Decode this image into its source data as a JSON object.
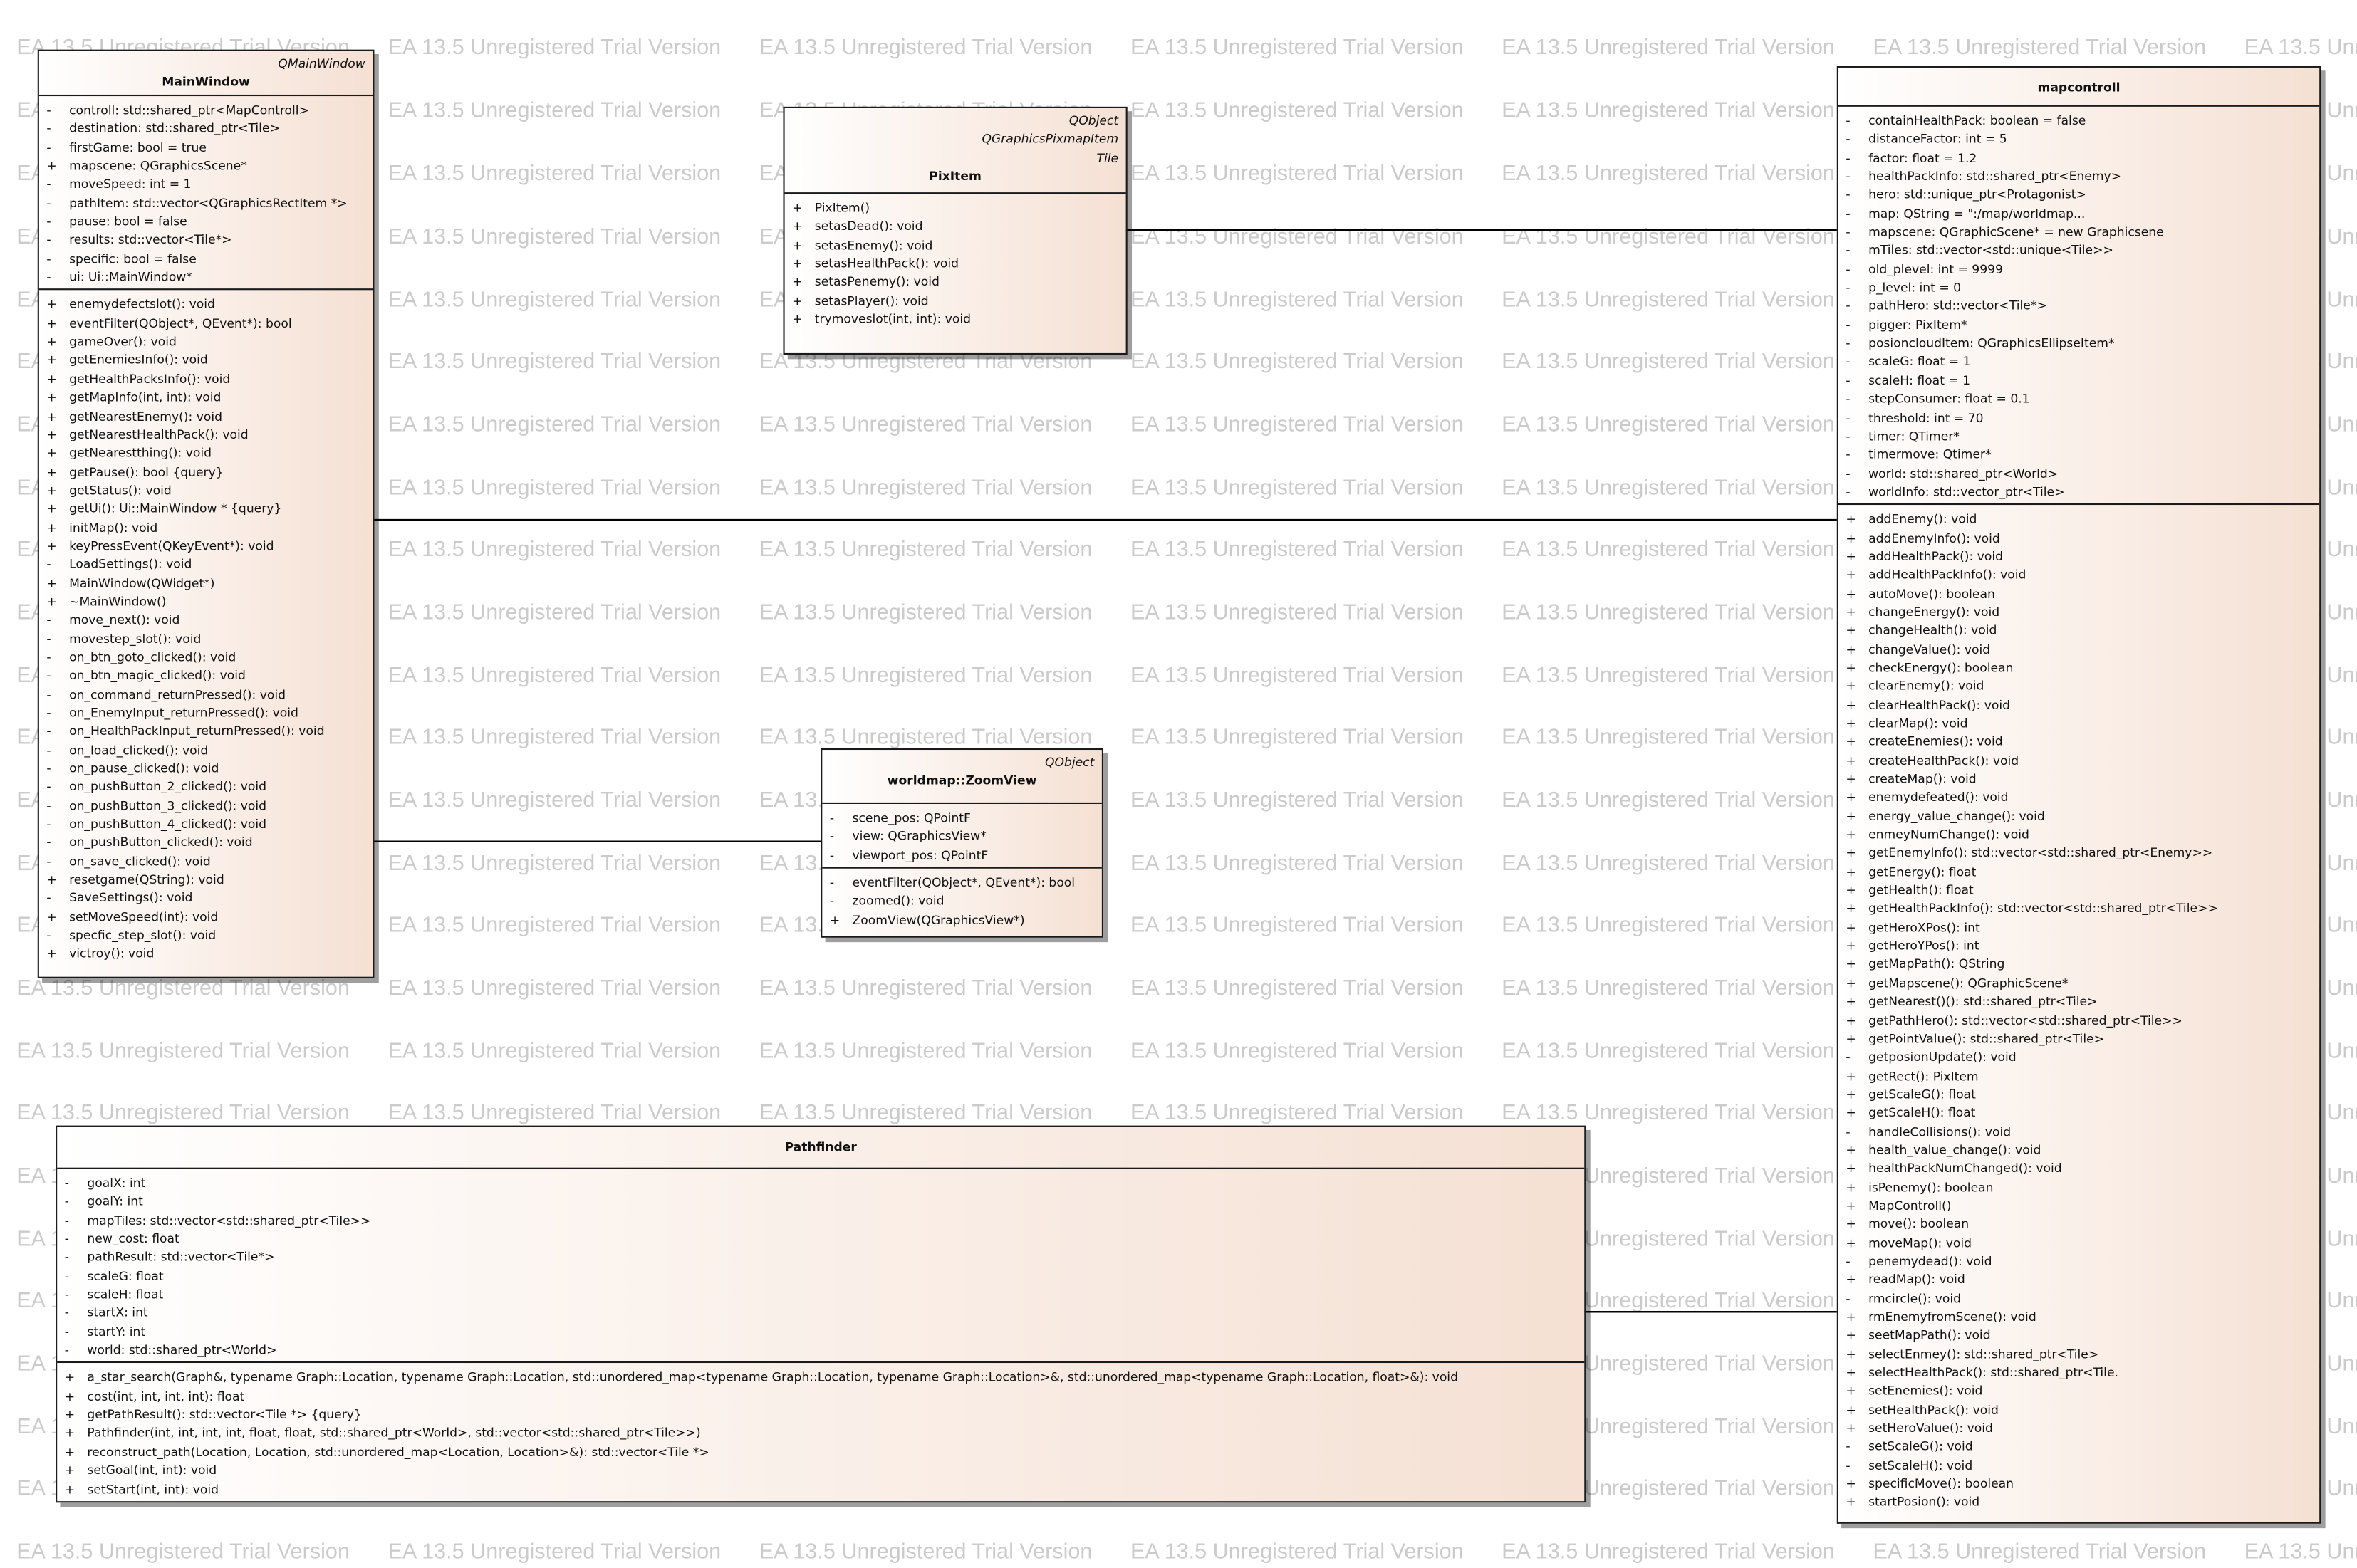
{
  "watermark": {
    "text": "EA 13.5 Unregistered Trial Version",
    "cols_ext": [
      11,
      258,
      505,
      752,
      999,
      1246,
      1493
    ],
    "rows_y": [
      24,
      66,
      108,
      150,
      192,
      233,
      275,
      317,
      358,
      400,
      442,
      483,
      525,
      567,
      608,
      650,
      692,
      733,
      775,
      817,
      858,
      900,
      942,
      983,
      1025
    ]
  },
  "classes": {
    "mainwindow": {
      "stereotype": [
        "QMainWindow"
      ],
      "name": "MainWindow",
      "attributes": [
        {
          "vis": "-",
          "text": "controll: std::shared_ptr<MapControll>"
        },
        {
          "vis": "-",
          "text": "destination: std::shared_ptr<Tile>"
        },
        {
          "vis": "-",
          "text": "firstGame: bool = true"
        },
        {
          "vis": "+",
          "text": "mapscene: QGraphicsScene*"
        },
        {
          "vis": "-",
          "text": "moveSpeed: int = 1"
        },
        {
          "vis": "-",
          "text": "pathItem: std::vector<QGraphicsRectItem *>"
        },
        {
          "vis": "-",
          "text": "pause: bool = false"
        },
        {
          "vis": "-",
          "text": "results: std::vector<Tile*>"
        },
        {
          "vis": "-",
          "text": "specific: bool = false"
        },
        {
          "vis": "-",
          "text": "ui: Ui::MainWindow*"
        }
      ],
      "operations": [
        {
          "vis": "+",
          "text": "enemydefectslot(): void"
        },
        {
          "vis": "+",
          "text": "eventFilter(QObject*, QEvent*): bool"
        },
        {
          "vis": "+",
          "text": "gameOver(): void"
        },
        {
          "vis": "+",
          "text": "getEnemiesInfo(): void"
        },
        {
          "vis": "+",
          "text": "getHealthPacksInfo(): void"
        },
        {
          "vis": "+",
          "text": "getMapInfo(int, int): void"
        },
        {
          "vis": "+",
          "text": "getNearestEnemy(): void"
        },
        {
          "vis": "+",
          "text": "getNearestHealthPack(): void"
        },
        {
          "vis": "+",
          "text": "getNearestthing(): void"
        },
        {
          "vis": "+",
          "text": "getPause(): bool {query}"
        },
        {
          "vis": "+",
          "text": "getStatus(): void"
        },
        {
          "vis": "+",
          "text": "getUi(): Ui::MainWindow * {query}"
        },
        {
          "vis": "+",
          "text": "initMap(): void"
        },
        {
          "vis": "+",
          "text": "keyPressEvent(QKeyEvent*): void"
        },
        {
          "vis": "-",
          "text": "LoadSettings(): void"
        },
        {
          "vis": "+",
          "text": "MainWindow(QWidget*)"
        },
        {
          "vis": "+",
          "text": "~MainWindow()"
        },
        {
          "vis": "-",
          "text": "move_next(): void"
        },
        {
          "vis": "-",
          "text": "movestep_slot(): void"
        },
        {
          "vis": "-",
          "text": "on_btn_goto_clicked(): void"
        },
        {
          "vis": "-",
          "text": "on_btn_magic_clicked(): void"
        },
        {
          "vis": "-",
          "text": "on_command_returnPressed(): void"
        },
        {
          "vis": "-",
          "text": "on_EnemyInput_returnPressed(): void"
        },
        {
          "vis": "-",
          "text": "on_HealthPackInput_returnPressed(): void"
        },
        {
          "vis": "-",
          "text": "on_load_clicked(): void"
        },
        {
          "vis": "-",
          "text": "on_pause_clicked(): void"
        },
        {
          "vis": "-",
          "text": "on_pushButton_2_clicked(): void"
        },
        {
          "vis": "-",
          "text": "on_pushButton_3_clicked(): void"
        },
        {
          "vis": "-",
          "text": "on_pushButton_4_clicked(): void"
        },
        {
          "vis": "-",
          "text": "on_pushButton_clicked(): void"
        },
        {
          "vis": "-",
          "text": "on_save_clicked(): void"
        },
        {
          "vis": "+",
          "text": "resetgame(QString): void"
        },
        {
          "vis": "-",
          "text": "SaveSettings(): void"
        },
        {
          "vis": "+",
          "text": "setMoveSpeed(int): void"
        },
        {
          "vis": "-",
          "text": "specfic_step_slot(): void"
        },
        {
          "vis": "+",
          "text": "victroy(): void"
        }
      ]
    },
    "pixitem": {
      "stereotype": [
        "QObject",
        "QGraphicsPixmapItem",
        "Tile"
      ],
      "name": "PixItem",
      "attributes": [],
      "operations": [
        {
          "vis": "+",
          "text": "PixItem()"
        },
        {
          "vis": "+",
          "text": "setasDead(): void"
        },
        {
          "vis": "+",
          "text": "setasEnemy(): void"
        },
        {
          "vis": "+",
          "text": "setasHealthPack(): void"
        },
        {
          "vis": "+",
          "text": "setasPenemy(): void"
        },
        {
          "vis": "+",
          "text": "setasPlayer(): void"
        },
        {
          "vis": "+",
          "text": "trymoveslot(int, int): void"
        }
      ]
    },
    "zoomview": {
      "stereotype": [
        "QObject"
      ],
      "name": "worldmap::ZoomView",
      "attributes": [
        {
          "vis": "-",
          "text": "scene_pos: QPointF"
        },
        {
          "vis": "-",
          "text": "view: QGraphicsView*"
        },
        {
          "vis": "-",
          "text": "viewport_pos: QPointF"
        }
      ],
      "operations": [
        {
          "vis": "-",
          "text": "eventFilter(QObject*, QEvent*): bool"
        },
        {
          "vis": "-",
          "text": "zoomed(): void"
        },
        {
          "vis": "+",
          "text": "ZoomView(QGraphicsView*)"
        }
      ]
    },
    "pathfinder": {
      "stereotype": [],
      "name": "Pathfinder",
      "attributes": [
        {
          "vis": "-",
          "text": "goalX: int"
        },
        {
          "vis": "-",
          "text": "goalY: int"
        },
        {
          "vis": "-",
          "text": "mapTiles: std::vector<std::shared_ptr<Tile>>"
        },
        {
          "vis": "-",
          "text": "new_cost: float"
        },
        {
          "vis": "-",
          "text": "pathResult: std::vector<Tile*>"
        },
        {
          "vis": "-",
          "text": "scaleG: float"
        },
        {
          "vis": "-",
          "text": "scaleH: float"
        },
        {
          "vis": "-",
          "text": "startX: int"
        },
        {
          "vis": "-",
          "text": "startY: int"
        },
        {
          "vis": "-",
          "text": "world: std::shared_ptr<World>"
        }
      ],
      "operations": [
        {
          "vis": "+",
          "text": "a_star_search(Graph&, typename Graph::Location, typename Graph::Location, std::unordered_map<typename Graph::Location, typename Graph::Location>&, std::unordered_map<typename Graph::Location, float>&): void"
        },
        {
          "vis": "+",
          "text": "cost(int, int, int, int): float"
        },
        {
          "vis": "+",
          "text": "getPathResult(): std::vector<Tile *> {query}"
        },
        {
          "vis": "+",
          "text": "Pathfinder(int, int, int, int, float, float, std::shared_ptr<World>, std::vector<std::shared_ptr<Tile>>)"
        },
        {
          "vis": "+",
          "text": "reconstruct_path(Location, Location, std::unordered_map<Location, Location>&): std::vector<Tile *>"
        },
        {
          "vis": "+",
          "text": "setGoal(int, int): void"
        },
        {
          "vis": "+",
          "text": "setStart(int, int): void"
        }
      ]
    },
    "mapcontroll": {
      "stereotype": [],
      "name": "mapcontroll",
      "attributes": [
        {
          "vis": "-",
          "text": "containHealthPack: boolean = false"
        },
        {
          "vis": "-",
          "text": "distanceFactor: int = 5"
        },
        {
          "vis": "-",
          "text": "factor: float = 1.2"
        },
        {
          "vis": "-",
          "text": "healthPackInfo: std::shared_ptr<Enemy>"
        },
        {
          "vis": "-",
          "text": "hero: std::unique_ptr<Protagonist>"
        },
        {
          "vis": "-",
          "text": "map: QString = \":/map/worldmap..."
        },
        {
          "vis": "-",
          "text": "mapscene: QGraphicScene* = new Graphicsene"
        },
        {
          "vis": "-",
          "text": "mTiles: std::vector<std::unique<Tile>>"
        },
        {
          "vis": "-",
          "text": "old_plevel: int = 9999"
        },
        {
          "vis": "-",
          "text": "p_level: int = 0"
        },
        {
          "vis": "-",
          "text": "pathHero: std::vector<Tile*>"
        },
        {
          "vis": "-",
          "text": "pigger: PixItem*"
        },
        {
          "vis": "-",
          "text": "posioncloudItem: QGraphicsEllipseItem*"
        },
        {
          "vis": "-",
          "text": "scaleG: float = 1"
        },
        {
          "vis": "-",
          "text": "scaleH: float = 1"
        },
        {
          "vis": "-",
          "text": "stepConsumer: float = 0.1"
        },
        {
          "vis": "-",
          "text": "threshold: int = 70"
        },
        {
          "vis": "-",
          "text": "timer: QTimer*"
        },
        {
          "vis": "-",
          "text": "timermove: Qtimer*"
        },
        {
          "vis": "-",
          "text": "world: std::shared_ptr<World>"
        },
        {
          "vis": "-",
          "text": "worldInfo: std::vector_ptr<Tile>"
        }
      ],
      "operations": [
        {
          "vis": "+",
          "text": "addEnemy(): void"
        },
        {
          "vis": "+",
          "text": "addEnemyInfo(): void"
        },
        {
          "vis": "+",
          "text": "addHealthPack(): void"
        },
        {
          "vis": "+",
          "text": "addHealthPackInfo(): void"
        },
        {
          "vis": "+",
          "text": "autoMove(): boolean"
        },
        {
          "vis": "+",
          "text": "changeEnergy(): void"
        },
        {
          "vis": "+",
          "text": "changeHealth(): void"
        },
        {
          "vis": "+",
          "text": "changeValue(): void"
        },
        {
          "vis": "+",
          "text": "checkEnergy(): boolean"
        },
        {
          "vis": "+",
          "text": "clearEnemy(): void"
        },
        {
          "vis": "+",
          "text": "clearHealthPack(): void"
        },
        {
          "vis": "+",
          "text": "clearMap(): void"
        },
        {
          "vis": "+",
          "text": "createEnemies(): void"
        },
        {
          "vis": "+",
          "text": "createHealthPack(): void"
        },
        {
          "vis": "+",
          "text": "createMap(): void"
        },
        {
          "vis": "+",
          "text": "enemydefeated(): void"
        },
        {
          "vis": "+",
          "text": "energy_value_change(): void"
        },
        {
          "vis": "+",
          "text": "enmeyNumChange(): void"
        },
        {
          "vis": "+",
          "text": "getEnemyInfo(): std::vector<std::shared_ptr<Enemy>>"
        },
        {
          "vis": "+",
          "text": "getEnergy(): float"
        },
        {
          "vis": "+",
          "text": "getHealth(): float"
        },
        {
          "vis": "+",
          "text": "getHealthPackInfo(): std::vector<std::shared_ptr<Tile>>"
        },
        {
          "vis": "+",
          "text": "getHeroXPos(): int"
        },
        {
          "vis": "+",
          "text": "getHeroYPos(): int"
        },
        {
          "vis": "+",
          "text": "getMapPath(): QString"
        },
        {
          "vis": "+",
          "text": "getMapscene(): QGraphicScene*"
        },
        {
          "vis": "+",
          "text": "getNearest()(): std::shared_ptr<Tile>"
        },
        {
          "vis": "+",
          "text": "getPathHero(): std::vector<std::shared_ptr<Tile>>"
        },
        {
          "vis": "+",
          "text": "getPointValue(): std::shared_ptr<Tile>"
        },
        {
          "vis": "-",
          "text": "getposionUpdate(): void"
        },
        {
          "vis": "+",
          "text": "getRect(): PixItem"
        },
        {
          "vis": "+",
          "text": "getScaleG(): float"
        },
        {
          "vis": "+",
          "text": "getScaleH(): float"
        },
        {
          "vis": "-",
          "text": "handleCollisions(): void"
        },
        {
          "vis": "+",
          "text": "health_value_change(): void"
        },
        {
          "vis": "+",
          "text": "healthPackNumChanged(): void"
        },
        {
          "vis": "+",
          "text": "isPenemy(): boolean"
        },
        {
          "vis": "+",
          "text": "MapControll()"
        },
        {
          "vis": "+",
          "text": "move(): boolean"
        },
        {
          "vis": "+",
          "text": "moveMap(): void"
        },
        {
          "vis": "-",
          "text": "penemydead(): void"
        },
        {
          "vis": "+",
          "text": "readMap(): void"
        },
        {
          "vis": "-",
          "text": "rmcircle(): void"
        },
        {
          "vis": "+",
          "text": "rmEnemyfromScene(): void"
        },
        {
          "vis": "+",
          "text": "seetMapPath(): void"
        },
        {
          "vis": "+",
          "text": "selectEnmey(): std::shared_ptr<Tile>"
        },
        {
          "vis": "+",
          "text": "selectHealthPack(): std::shared_ptr<Tile."
        },
        {
          "vis": "+",
          "text": "setEnemies(): void"
        },
        {
          "vis": "+",
          "text": "setHealthPack(): void"
        },
        {
          "vis": "+",
          "text": "setHeroValue(): void"
        },
        {
          "vis": "-",
          "text": "setScaleG(): void"
        },
        {
          "vis": "-",
          "text": "setScaleH(): void"
        },
        {
          "vis": "+",
          "text": "specificMove(): boolean"
        },
        {
          "vis": "+",
          "text": "startPosion(): void"
        }
      ]
    }
  }
}
